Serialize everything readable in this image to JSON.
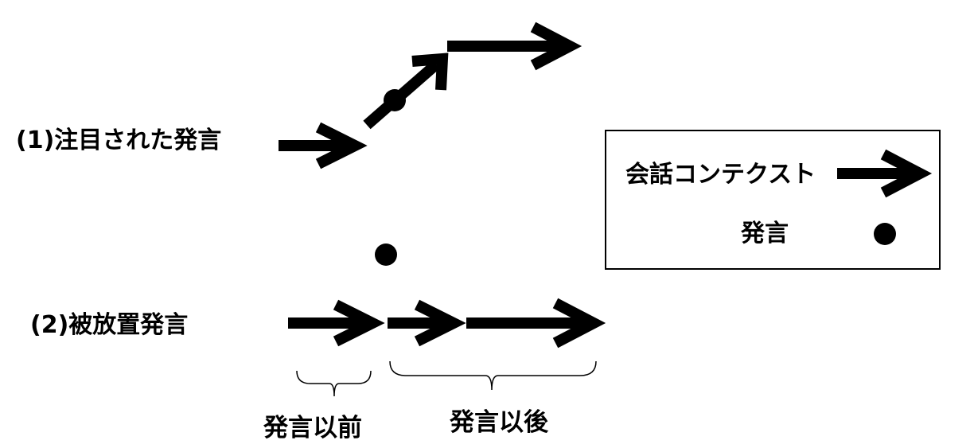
{
  "case1": {
    "label": "(1)注目された発言"
  },
  "case2": {
    "label": "(2)被放置発言",
    "before_label": "発言以前",
    "after_label": "発言以後"
  },
  "legend": {
    "context_label": "会話コンテクスト",
    "utterance_label": "発言"
  },
  "colors": {
    "foreground": "#000000",
    "background": "#ffffff"
  }
}
